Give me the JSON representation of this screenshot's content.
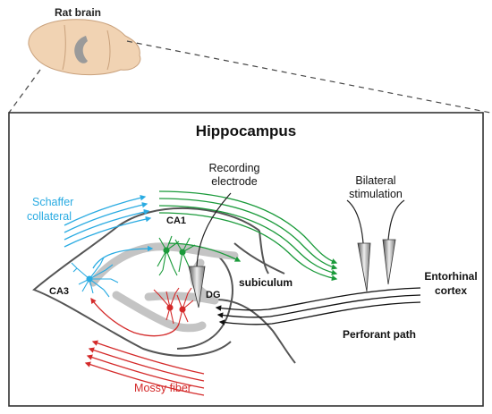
{
  "labels": {
    "rat_brain": "Rat brain",
    "title": "Hippocampus",
    "recording_1": "Recording",
    "recording_2": "electrode",
    "bilateral_1": "Bilateral",
    "bilateral_2": "stimulation",
    "schaffer_1": "Schaffer",
    "schaffer_2": "collateral",
    "ca1": "CA1",
    "ca3": "CA3",
    "dg": "DG",
    "subiculum": "subiculum",
    "entorhinal_1": "Entorhinal",
    "entorhinal_2": "cortex",
    "perforant": "Perforant path",
    "mossy": "Mossy fiber"
  },
  "colors": {
    "schaffer": "#29abe2",
    "green": "#1a9a3a",
    "mossy": "#d42a2a",
    "tissue": "#555555",
    "layer": "#c4c4c4",
    "brain": "#f1d3b3",
    "frame": "#333333"
  }
}
